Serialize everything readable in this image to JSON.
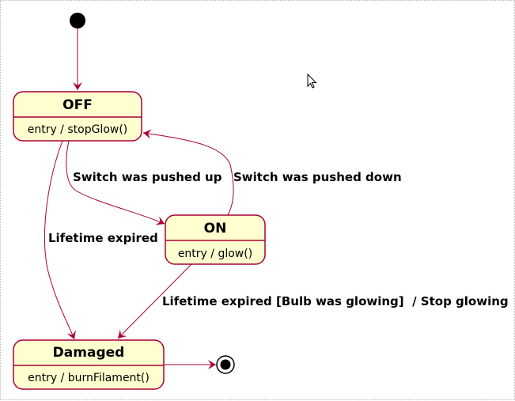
{
  "colors": {
    "state_fill": "#FEFECE",
    "state_border": "#A80036",
    "arrow": "#A80036"
  },
  "states": {
    "off": {
      "name": "OFF",
      "action": "entry / stopGlow()"
    },
    "on": {
      "name": "ON",
      "action": "entry / glow()"
    },
    "damaged": {
      "name": "Damaged",
      "action": "entry / burnFilament()"
    }
  },
  "transitions": {
    "off_to_on": "Switch was pushed up",
    "on_to_off": "Switch was pushed down",
    "off_to_damaged": "Lifetime expired",
    "on_to_damaged": "Lifetime expired [Bulb was glowing]  / Stop glowing"
  },
  "icons": {
    "initial": "initial-state-icon",
    "final": "final-state-icon",
    "cursor": "mouse-pointer-icon"
  }
}
